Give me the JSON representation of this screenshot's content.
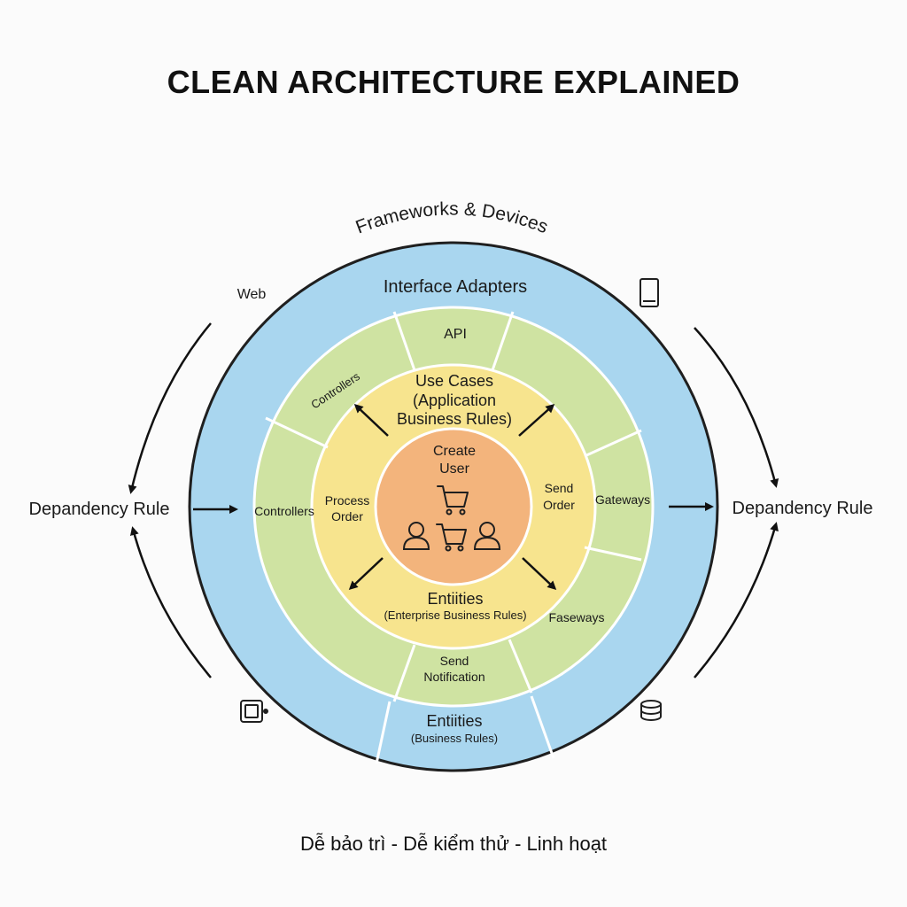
{
  "title": "CLEAN ARCHITECTURE EXPLAINED",
  "footer": "Dễ bảo trì - Dễ kiểm thử - Linh hoạt",
  "colors": {
    "outer_ring": "#a9d6ef",
    "adapter_ring": "#cfe3a2",
    "usecase_ring": "#f7e48e",
    "core": "#f3b47c",
    "stroke": "#1f1f1f"
  },
  "labels": {
    "frameworks": "Frameworks & Devices",
    "interface_adapters": "Interface Adapters",
    "web": "Web",
    "api": "API",
    "controllers_diag": "Controllers",
    "controllers_left": "Controllers",
    "gateways": "Gateways",
    "faseways": "Faseways",
    "send_notification_1": "Send",
    "send_notification_2": "Notification",
    "use_cases_1": "Use Cases",
    "use_cases_2": "(Application",
    "use_cases_3": "Business Rules)",
    "process_order_1": "Process",
    "process_order_2": "Order",
    "send_order_1": "Send",
    "send_order_2": "Order",
    "entities_inner": "Entiities",
    "entities_inner_sub": "(Enterprise Business Rules)",
    "create_user_1": "Create",
    "create_user_2": "User",
    "entities_outer": "Entiities",
    "entities_outer_sub": "(Business Rules)",
    "dependency_rule_left": "Depandency Rule",
    "dependency_rule_right": "Depandency Rule"
  },
  "icons": [
    "phone-icon",
    "tablet-icon",
    "database-icon",
    "shopping-cart-icon",
    "user-icon"
  ]
}
